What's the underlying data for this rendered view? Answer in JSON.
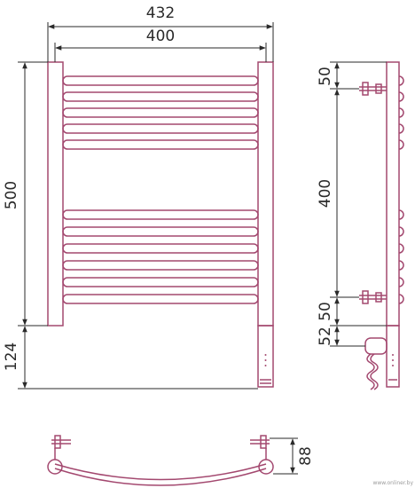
{
  "colors": {
    "rail": "#a3486f",
    "dimension": "#2a2a2a",
    "background": "#ffffff"
  },
  "dimensions": {
    "overall_width": "432",
    "center_distance": "400",
    "height": "500",
    "cable_section": "124",
    "side_top_offset": "50",
    "side_center_distance": "400",
    "side_bottom_offset": "50",
    "side_cable_offset": "52",
    "depth": "88"
  },
  "watermark": "www.onliner.by"
}
